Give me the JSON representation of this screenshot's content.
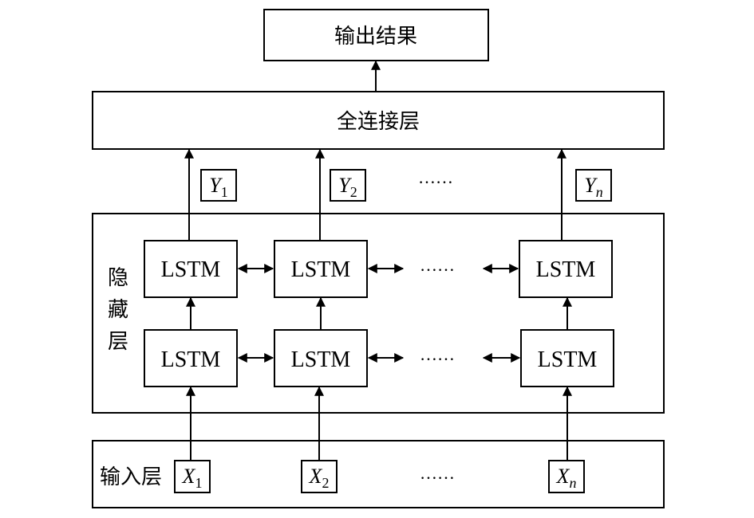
{
  "output": {
    "label": "输出结果"
  },
  "fully_connected": {
    "label": "全连接层"
  },
  "hidden_layer": {
    "label_chars": [
      "隐",
      "藏",
      "层"
    ]
  },
  "input_layer": {
    "label": "输入层"
  },
  "lstm_label": "LSTM",
  "ellipsis": "……",
  "outputs": [
    {
      "var": "Y",
      "sub": "1"
    },
    {
      "var": "Y",
      "sub": "2"
    },
    {
      "var": "Y",
      "sub": "n"
    }
  ],
  "inputs": [
    {
      "var": "X",
      "sub": "1"
    },
    {
      "var": "X",
      "sub": "2"
    },
    {
      "var": "X",
      "sub": "n"
    }
  ]
}
